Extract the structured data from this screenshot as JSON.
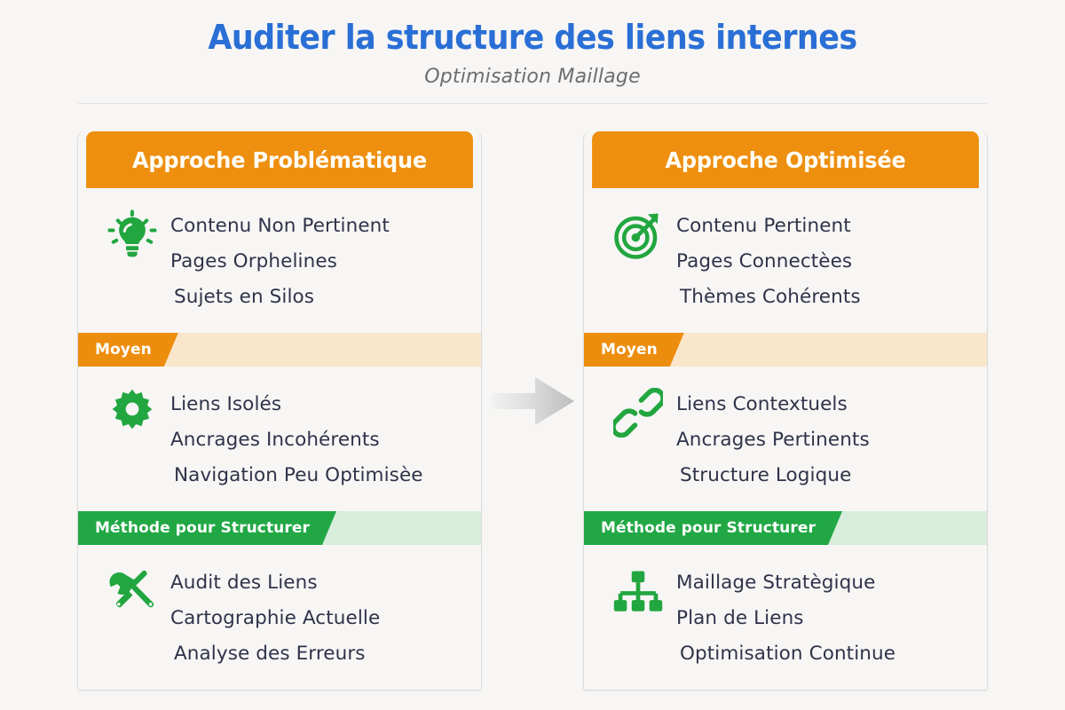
{
  "header": {
    "title": "Auditer la structure des liens internes",
    "subtitle": "Optimisation Maillage"
  },
  "colors": {
    "title": "#2A6FD6",
    "header_orange": "#EE8F0F",
    "band_orange_tag": "#ED8D0D",
    "band_orange_bg": "#FAE6CA",
    "band_green_tag": "#21A845",
    "band_green_bg": "#D9EDDC",
    "icon_green": "#22A63F",
    "item_text": "#2F3349",
    "background": "#F7F6F4",
    "arrow": "#C9C9C9"
  },
  "center": {
    "arrow_icon": "arrow-right-icon"
  },
  "columns": [
    {
      "id": "problematic",
      "header": "Approche Problématique",
      "sections": [
        {
          "band": null,
          "icon": "lightbulb-icon",
          "items": [
            "Contenu Non Pertinent",
            "Pages Orphelines",
            "Sujets en Silos"
          ]
        },
        {
          "band": {
            "label": "Moyen",
            "style": "orange"
          },
          "icon": "gear-icon",
          "items": [
            "Liens Isolés",
            "Ancrages Incohérents",
            "Navigation Peu Optimisèe"
          ]
        },
        {
          "band": {
            "label": "Méthode pour Structurer",
            "style": "green"
          },
          "icon": "tools-icon",
          "items": [
            "Audit des Liens",
            "Cartographie Actuelle",
            "Analyse des Erreurs"
          ]
        }
      ]
    },
    {
      "id": "optimized",
      "header": "Approche Optimisée",
      "sections": [
        {
          "band": null,
          "icon": "target-icon",
          "items": [
            "Contenu Pertinent",
            "Pages Connectèes",
            "Thèmes Cohérents"
          ]
        },
        {
          "band": {
            "label": "Moyen",
            "style": "orange"
          },
          "icon": "link-chain-icon",
          "items": [
            "Liens Contextuels",
            "Ancrages Pertinents",
            "Structure Logique"
          ]
        },
        {
          "band": {
            "label": "Méthode pour Structurer",
            "style": "green"
          },
          "icon": "sitemap-icon",
          "items": [
            "Maillage Stratègique",
            "Plan de Liens",
            "Optimisation Continue"
          ]
        }
      ]
    }
  ]
}
